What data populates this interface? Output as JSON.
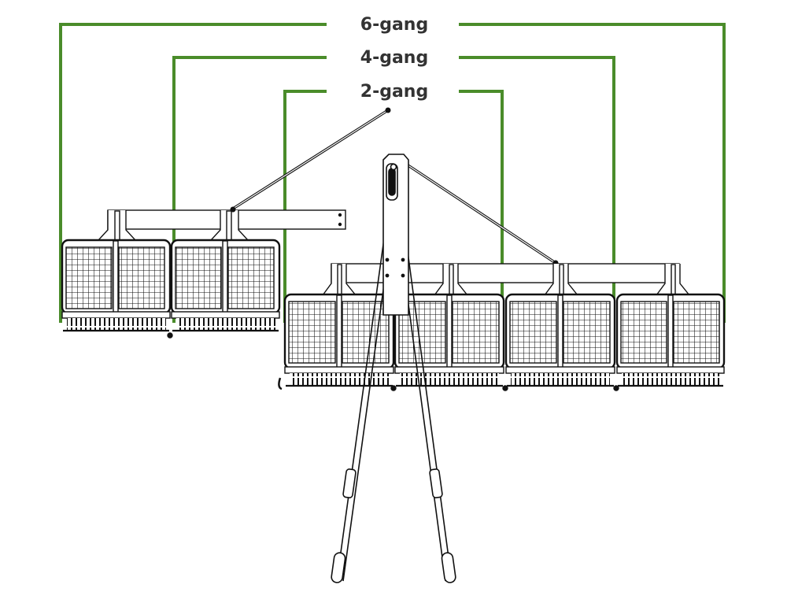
{
  "labels": {
    "six_gang": "6-gang",
    "four_gang": "4-gang",
    "two_gang": "2-gang"
  },
  "colors": {
    "bracket": "#4a8c2a",
    "line": "#111111",
    "label": "#333333"
  }
}
